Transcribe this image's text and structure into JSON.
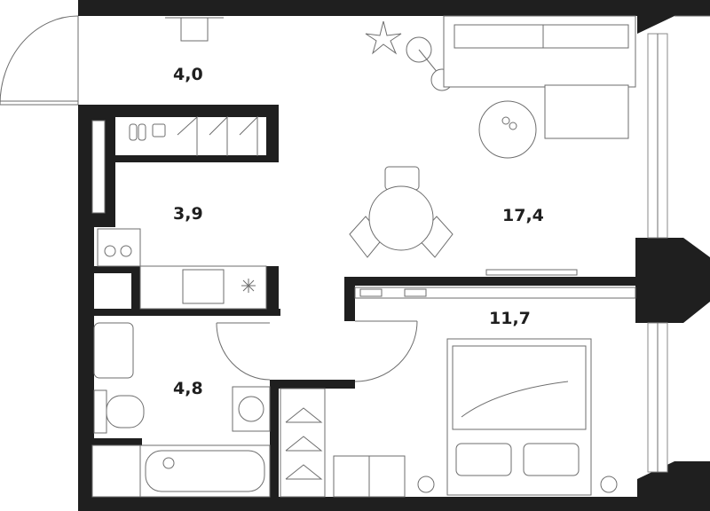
{
  "rooms": [
    {
      "id": "hall",
      "area": "4,0"
    },
    {
      "id": "corridor",
      "area": "3,9"
    },
    {
      "id": "living",
      "area": "17,4"
    },
    {
      "id": "bedroom",
      "area": "11,7"
    },
    {
      "id": "bathroom",
      "area": "4,8"
    }
  ],
  "colors": {
    "wall": "#1f1f1f",
    "line": "#6e6e6e",
    "background": "#ffffff"
  },
  "icons": [
    "entrance-door-icon",
    "plant-icon",
    "floor-lamp-icon",
    "sofa-icon",
    "coffee-table-icon",
    "dining-table-icon",
    "chair-icon",
    "shoes-icon",
    "hanger-icon",
    "stove-icon",
    "sink-icon",
    "toilet-icon",
    "washing-machine-icon",
    "bathtub-icon",
    "bed-icon",
    "pillow-icon",
    "tv-icon"
  ]
}
